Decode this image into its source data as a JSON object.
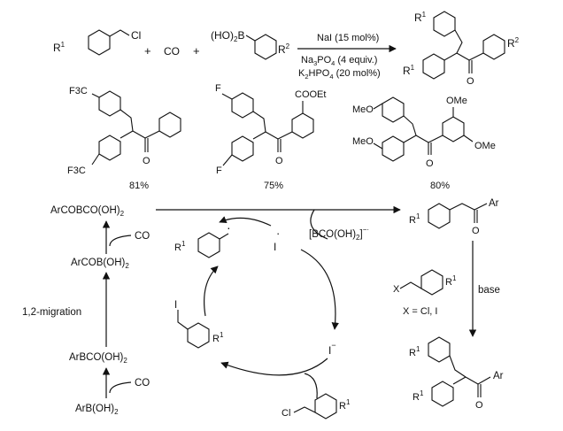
{
  "reaction": {
    "reagent_benzyl": "R",
    "reagent_benzyl_sup": "1",
    "reagent_benzyl_cl": "Cl",
    "plus1": "+",
    "co": "CO",
    "plus2": "+",
    "boronic_prefix": "(HO)",
    "boronic_sub": "2",
    "boronic_b": "B",
    "boronic_r": "R",
    "boronic_r_sup": "2",
    "conditions_line1": "NaI (15 mol%)",
    "cond2_a": "Na",
    "cond2_sub1": "3",
    "cond2_b": "PO",
    "cond2_sub2": "4",
    "cond2_c": " (4 equiv.)",
    "cond3_a": "K",
    "cond3_sub1": "2",
    "cond3_b": "HPO",
    "cond3_sub2": "4",
    "cond3_c": " (20 mol%)",
    "product_r1_top": "R",
    "product_r1_top_sup": "1",
    "product_r1_bottom": "R",
    "product_r1_bottom_sup": "1",
    "product_r2": "R",
    "product_r2_sup": "2",
    "product_o": "O"
  },
  "examples": [
    {
      "sub_top": "F3C",
      "sub_bottom": "F3C",
      "carbonyl": "O",
      "yield": "81%"
    },
    {
      "sub_top": "F",
      "sub_bottom": "F",
      "acyl_sub": "COOEt",
      "carbonyl": "O",
      "yield": "75%"
    },
    {
      "sub_top": "MeO",
      "sub_bottom": "MeO",
      "acyl_sub1": "OMe",
      "acyl_sub2": "OMe",
      "carbonyl": "O",
      "yield": "80%"
    }
  ],
  "mechanism": {
    "left": {
      "top": "ArCOBCO(OH)",
      "top_sub": "2",
      "co_upper": "CO",
      "middle": "ArCOB(OH)",
      "middle_sub": "2",
      "migration": "1,2-migration",
      "lower": "ArBCO(OH)",
      "lower_sub": "2",
      "co_lower": "CO",
      "bottom": "ArB(OH)",
      "bottom_sub": "2"
    },
    "cycle": {
      "radical_r": "R",
      "radical_r_sup": "1",
      "radical_dot": "·",
      "iodine_radical": "I",
      "iodine_radical_dot": "·",
      "bco_anion": "[BCO(OH)",
      "bco_sub": "2",
      "bco_close": "]",
      "bco_charge": "−·",
      "iodide": "I",
      "iodide_charge": "−",
      "benzyl_iodide_i": "I",
      "benzyl_iodide_r": "R",
      "benzyl_iodide_r_sup": "1",
      "benzyl_chloride_cl": "Cl",
      "benzyl_chloride_r": "R",
      "benzyl_chloride_r_sup": "1"
    },
    "right": {
      "ketone_r": "R",
      "ketone_r_sup": "1",
      "ketone_ar": "Ar",
      "ketone_o": "O",
      "alkyl_x": "X",
      "alkyl_r": "R",
      "alkyl_r_sup": "1",
      "base": "base",
      "x_def": "X = Cl, I",
      "final_r_top": "R",
      "final_r_top_sup": "1",
      "final_r_bottom": "R",
      "final_r_bottom_sup": "1",
      "final_ar": "Ar",
      "final_o": "O"
    }
  }
}
